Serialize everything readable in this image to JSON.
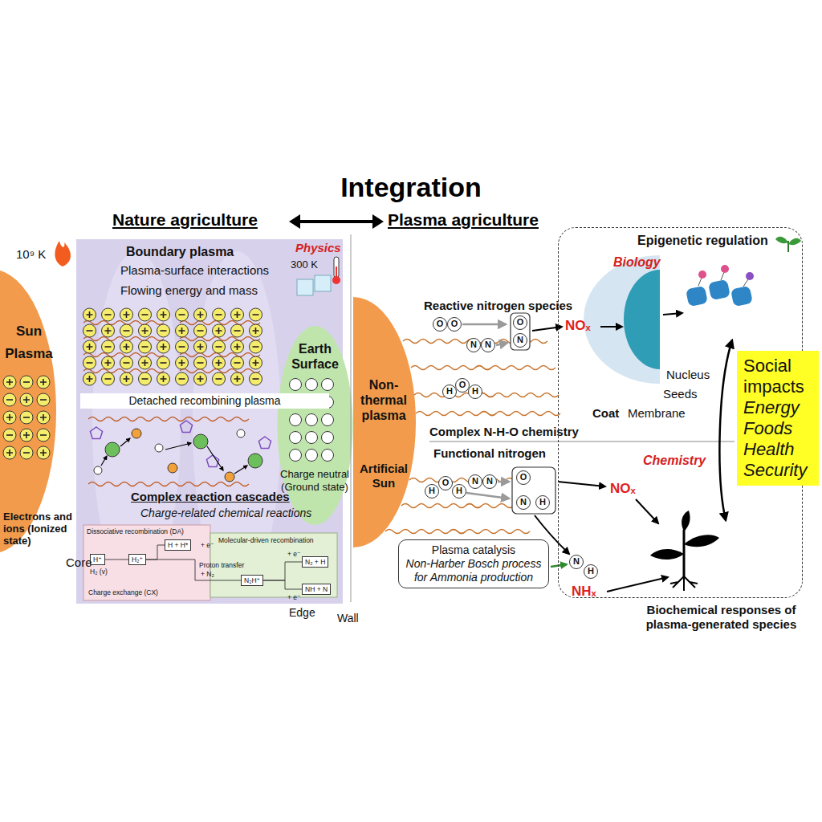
{
  "diagram": {
    "title": "Integration",
    "nodes": [
      {
        "text": [
          "Sun",
          "Plasma"
        ]
      },
      {
        "text": [
          "Boundary plasma",
          "Plasma-surface interactions",
          "Flowing energy and mass",
          "Complex reaction cascades",
          "Charge-related chemical reactions"
        ]
      },
      {
        "text": [
          "Detached recombining plasma"
        ],
        "in": 1
      },
      {
        "text": [
          "H⁺"
        ],
        "in": 1
      },
      {
        "text": [
          "H₂⁺"
        ],
        "in": 1
      },
      {
        "text": [
          "H + H*"
        ],
        "in": 1
      },
      {
        "text": [
          "N₂H⁺"
        ],
        "in": 1
      },
      {
        "text": [
          "N₂ + H"
        ],
        "in": 1
      },
      {
        "text": [
          "NH + N"
        ],
        "in": 1
      },
      {
        "text": [
          "Earth Surface",
          "Charge neutral (Ground state)"
        ]
      },
      {
        "text": [
          "Non-thermal plasma",
          "Artificial Sun"
        ]
      },
      {
        "text": [
          "Epigenetic regulation",
          "Biology",
          "Chemistry",
          "Biochemical responses of plasma-generated species"
        ]
      },
      {
        "text": [
          "Social impacts",
          "Energy Foods Health Security"
        ]
      },
      {
        "text": [
          "Plasma catalysis",
          "Non-Harber Bosch process for Ammonia production"
        ]
      }
    ],
    "edges": [
      {
        "from": 3,
        "to": 4,
        "arrow": "none"
      },
      {
        "from": 4,
        "to": 5,
        "arrow": "none"
      },
      {
        "from": 4,
        "to": 6,
        "arrow": "none"
      },
      {
        "from": 6,
        "to": 7,
        "arrow": "none"
      },
      {
        "from": 6,
        "to": 8,
        "arrow": "none"
      }
    ],
    "labels": [
      "Nature agriculture",
      "Plasma agriculture",
      "10⁹ K",
      "Physics",
      "300 K",
      "Electrons and ions (Ionized state)",
      "Core",
      "Dissociative recombination (DA)",
      "+ e⁻",
      "Molecular-driven recombination",
      "+ e⁻",
      "H₂ (v)",
      "Proton transfer",
      "+ N₂",
      "Charge exchange (CX)",
      "+ e⁻",
      "Edge",
      "Wall",
      "Reactive nitrogen species",
      "O",
      "O",
      "N",
      "N",
      "O",
      "N",
      "H",
      "O",
      "H",
      "NOₓ",
      "Complex N-H-O chemistry",
      "Functional nitrogen",
      "H",
      "O",
      "H",
      "N",
      "N",
      "O",
      "N",
      "H",
      "N",
      "H",
      "NOₓ",
      "NHₓ",
      "Nucleus",
      "Seeds",
      "Coat",
      "Membrane"
    ]
  }
}
